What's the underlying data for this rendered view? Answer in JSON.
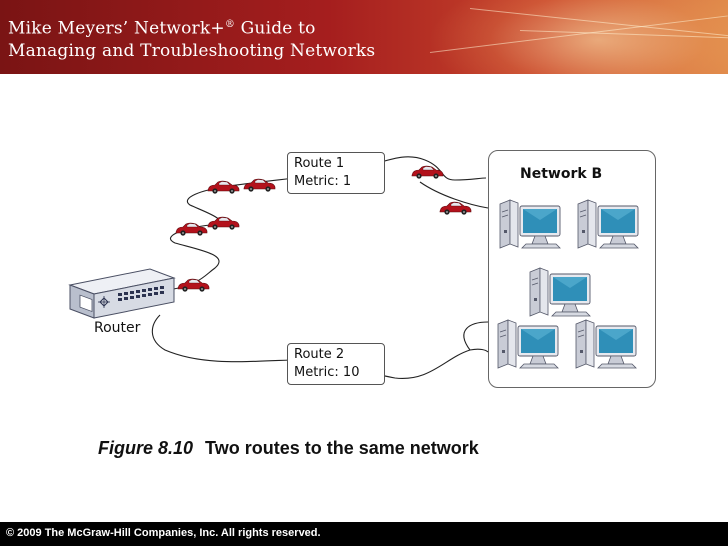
{
  "header": {
    "line1_main": "Mike Meyers’ Network+",
    "line1_sup": "®",
    "line1_rest": " Guide to",
    "line2": "Managing and Troubleshooting Networks"
  },
  "diagram": {
    "route1": {
      "name": "Route 1",
      "metric": "Metric: 1"
    },
    "route2": {
      "name": "Route 2",
      "metric": "Metric: 10"
    },
    "network_label": "Network B",
    "router_label": "Router"
  },
  "caption": {
    "figure_number": "Figure 8.10",
    "text": "Two routes to the same network"
  },
  "footer": {
    "copyright": "©  2009 The McGraw-Hill Companies, Inc. All rights reserved."
  },
  "colors": {
    "header_dark": "#7a1414",
    "header_light": "#e08a4a",
    "car": "#b3121c",
    "monitor_screen": "#2f8fb8",
    "router_body": "#d7dbe4",
    "footer": "#000000"
  },
  "icons": [
    "router-icon",
    "car-icon",
    "computer-icon"
  ]
}
